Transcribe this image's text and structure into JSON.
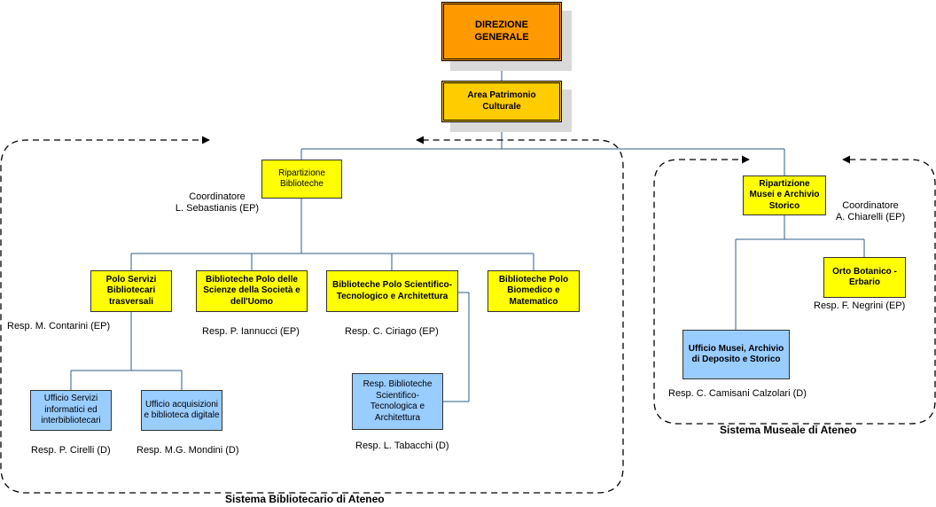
{
  "top": {
    "direzione": "DIREZIONE GENERALE",
    "area": "Area Patrimonio Culturale"
  },
  "biblioteche": {
    "ripartizione": "Ripartizione Biblioteche",
    "coordinatore_label": "Coordinatore",
    "coordinatore_name": "L. Sebastianis (EP)",
    "polo_servizi": "Polo Servizi Bibliotecari trasversali",
    "polo_servizi_resp": "Resp. M. Contarini  (EP)",
    "scienze_uomo": "Biblioteche Polo delle Scienze della Società e dell'Uomo",
    "scienze_uomo_resp": "Resp. P. Iannucci  (EP)",
    "scientifico": "Biblioteche Polo Scientifico-Tecnologico e Architettura",
    "scientifico_resp": "Resp. C. Ciriago  (EP)",
    "biomedico": "Biblioteche Polo Biomedico e Matematico",
    "ufficio_servizi": "Ufficio Servizi informatici ed interbibliotecari",
    "ufficio_servizi_resp": "Resp. P. Cirelli  (D)",
    "ufficio_acq": "Ufficio acquisizioni e biblioteca digitale",
    "ufficio_acq_resp": "Resp. M.G. Mondini  (D)",
    "resp_scientifico": "Resp. Biblioteche Scientifico-Tecnologica e Architettura",
    "resp_scientifico_resp": "Resp. L. Tabacchi (D)",
    "system_label": "Sistema Bibliotecario di Ateneo"
  },
  "musei": {
    "ripartizione": "Ripartizione Musei e Archivio Storico",
    "coordinatore_label": "Coordinatore",
    "coordinatore_name": "A. Chiarelli (EP)",
    "orto": "Orto Botanico - Erbario",
    "orto_resp": "Resp. F. Negrini (EP)",
    "ufficio_musei": "Ufficio Musei, Archivio di Deposito e Storico",
    "ufficio_musei_resp": "Resp. C. Camisani Calzolari (D)",
    "system_label": "Sistema Museale di Ateneo"
  },
  "colors": {
    "direzione": "#ff9900",
    "area": "#ffcc00",
    "unit": "#ffff00",
    "office": "#99ccff",
    "connector": "#2e5c8a"
  }
}
